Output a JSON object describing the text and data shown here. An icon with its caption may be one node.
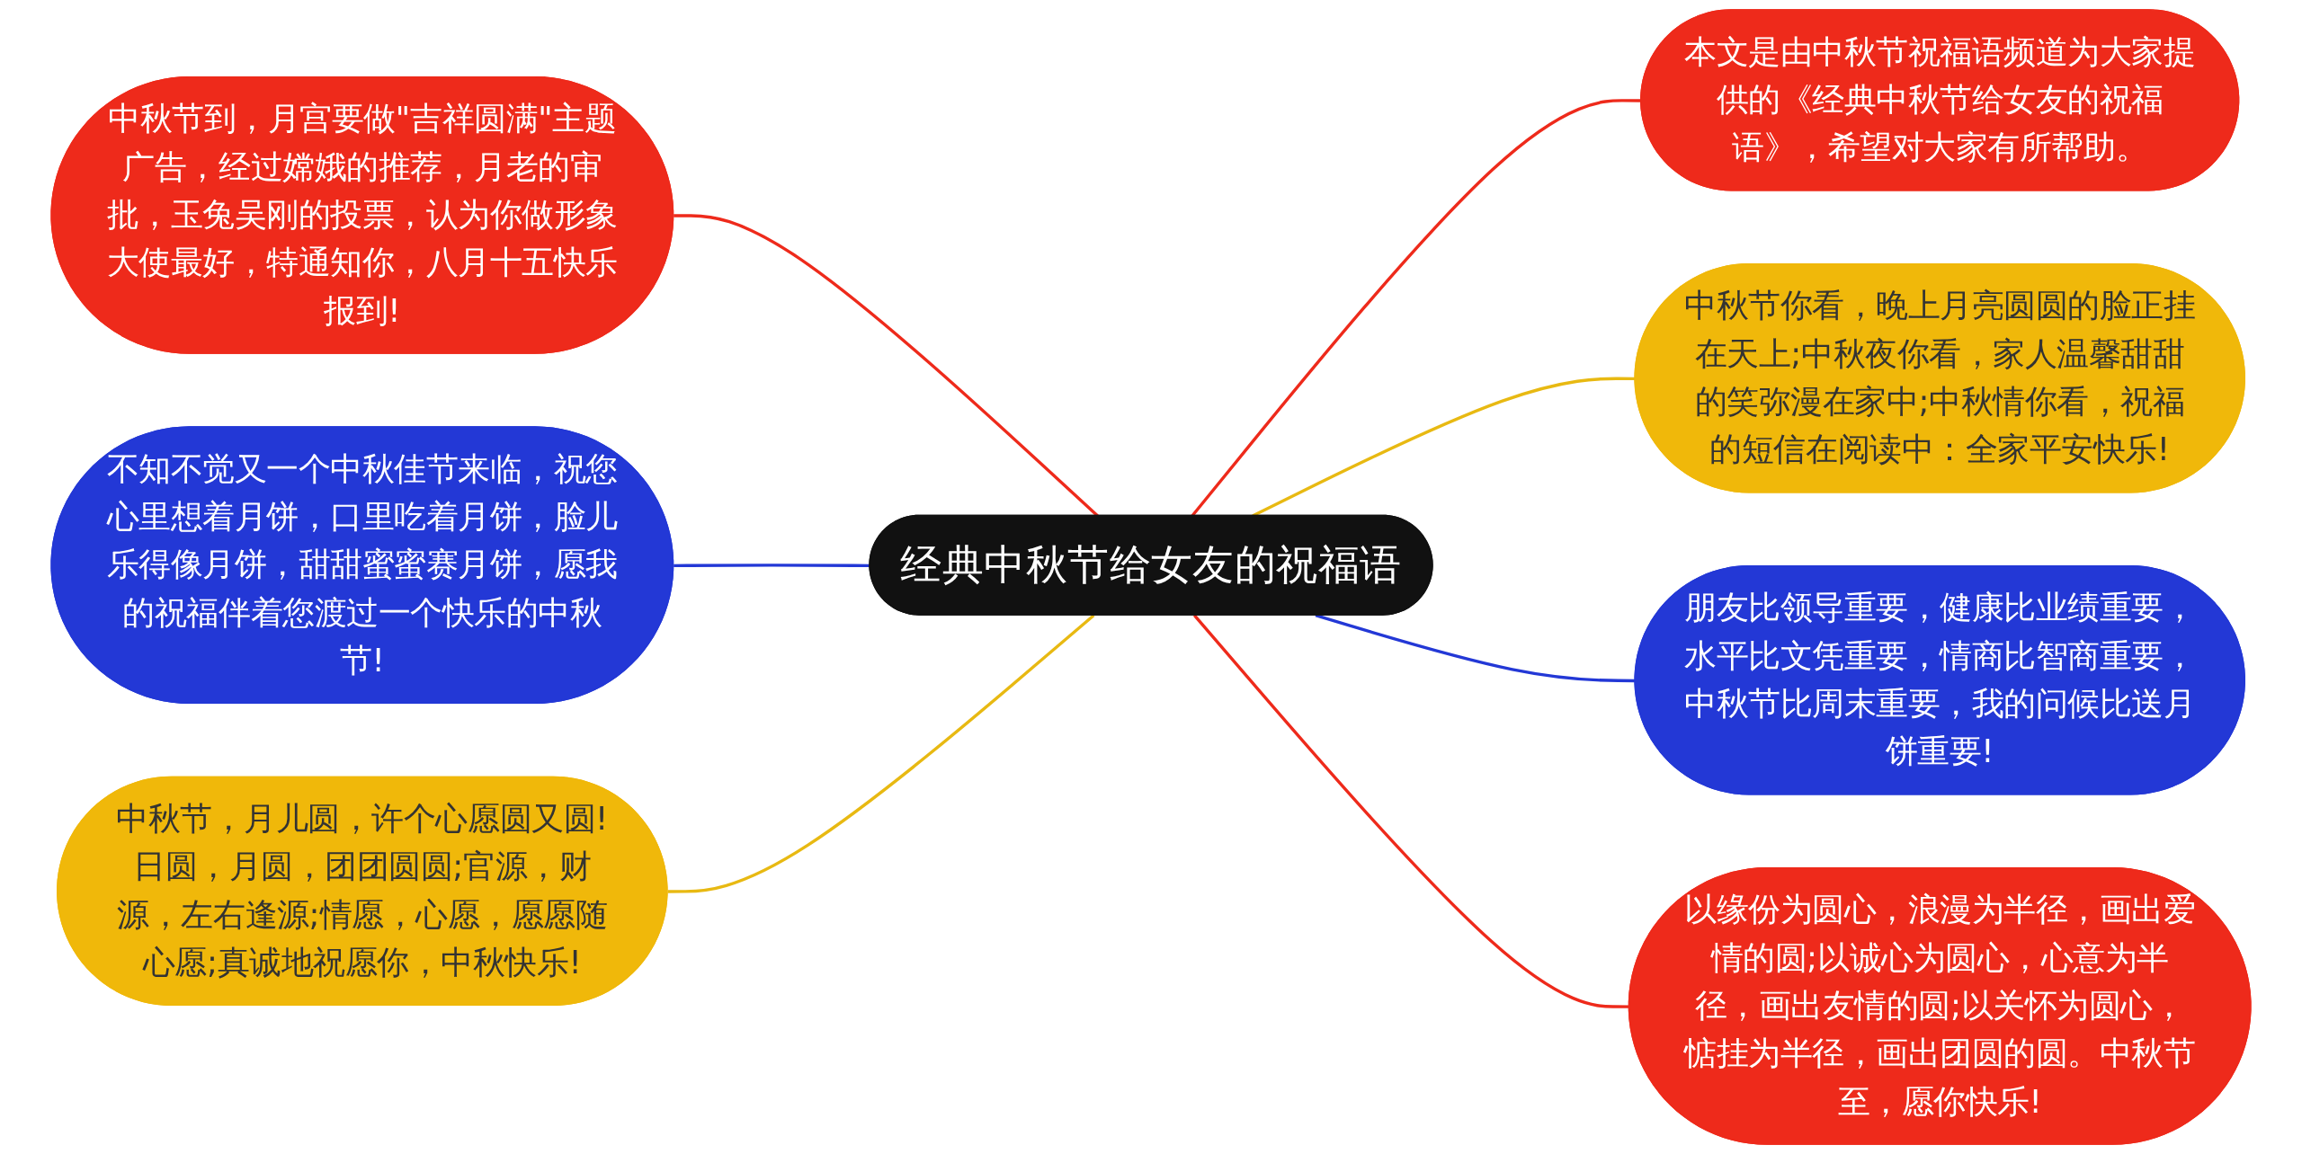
{
  "diagram": {
    "nodes": [
      {
        "text": [
          "经典中秋节给女友的祝福语"
        ]
      },
      {
        "text": [
          "中秋节到，月宫要做\"吉祥圆满\"主题广告，经过嫦娥的推荐，月老的审批，玉兔吴刚的投票，认为你做形象大使最好，特通知你，八月十五快乐报到!"
        ]
      },
      {
        "text": [
          "不知不觉又一个中秋佳节来临，祝您心里想着月饼，口里吃着月饼，脸儿乐得像月饼，甜甜蜜蜜赛月饼，愿我的祝福伴着您渡过一个快乐的中秋节!"
        ]
      },
      {
        "text": [
          "中秋节，月儿圆，许个心愿圆又圆!日圆，月圆，团团圆圆;官源，财源，左右逢源;情愿，心愿，愿愿随心愿;真诚地祝愿你，中秋快乐!"
        ]
      },
      {
        "text": [
          "本文是由中秋节祝福语频道为大家提供的《经典中秋节给女友的祝福语》，希望对大家有所帮助。"
        ]
      },
      {
        "text": [
          "中秋节你看，晚上月亮圆圆的脸正挂在天上;中秋夜你看，家人温馨甜甜的笑弥漫在家中;中秋情你看，祝福的短信在阅读中：全家平安快乐!"
        ]
      },
      {
        "text": [
          "朋友比领导重要，健康比业绩重要，水平比文凭重要，情商比智商重要，中秋节比周末重要，我的问候比送月饼重要!"
        ]
      },
      {
        "text": [
          "以缘份为圆心，浪漫为半径，画出爱情的圆;以诚心为圆心，心意为半径，画出友情的圆;以关怀为圆心，惦挂为半径，画出团圆的圆。中秋节至，愿你快乐!"
        ]
      }
    ],
    "edges": [
      {
        "from": 0,
        "to": 1,
        "arrow": "none"
      },
      {
        "from": 0,
        "to": 2,
        "arrow": "none",
        "color": "#2338d6"
      },
      {
        "from": 0,
        "to": 3,
        "arrow": "none",
        "color": "#e8b912"
      },
      {
        "from": 0,
        "to": 4,
        "arrow": "none"
      },
      {
        "from": 0,
        "to": 5,
        "arrow": "none",
        "color": "#e8b912"
      },
      {
        "from": 0,
        "to": 6,
        "arrow": "none",
        "color": "#2338d6"
      },
      {
        "from": 0,
        "to": 7,
        "arrow": "none"
      }
    ]
  }
}
